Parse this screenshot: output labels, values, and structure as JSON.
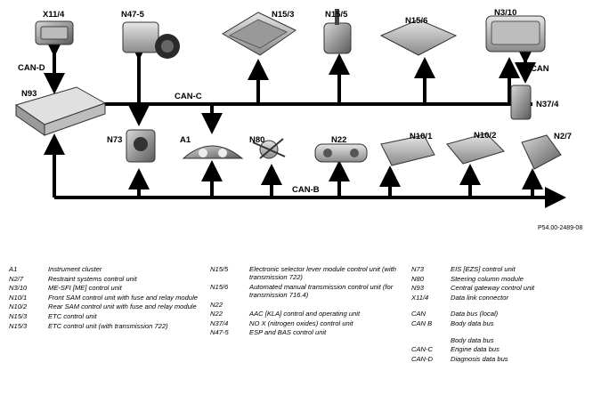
{
  "diagram": {
    "components": {
      "x11_4": "X11/4",
      "n47_5": "N47-5",
      "n15_3": "N15/3",
      "n15_5": "N15/5",
      "n15_6": "N15/6",
      "n3_10": "N3/10",
      "n93": "N93",
      "n37_4": "N37/4",
      "n73": "N73",
      "a1": "A1",
      "n80": "N80",
      "n22": "N22",
      "n10_1": "N10/1",
      "n10_2": "N10/2",
      "n2_7": "N2/7"
    },
    "buses": {
      "can_d": "CAN-D",
      "can_c": "CAN-C",
      "can": "CAN",
      "can_b": "CAN-B"
    },
    "figure_ref": "P54.00-2489-08"
  },
  "legend": {
    "col1": [
      {
        "code": "A1",
        "desc": "Instrument cluster"
      },
      {
        "code": "N2/7",
        "desc": "Restraint systems control unit"
      },
      {
        "code": "N3/10",
        "desc": "ME-SFI [ME] control unit"
      },
      {
        "code": "N10/1",
        "desc": "Front SAM control unit with fuse and relay module"
      },
      {
        "code": "N10/2",
        "desc": "Rear SAM control unit with fuse and relay module"
      },
      {
        "code": "N15/3",
        "desc": "ETC control unit"
      },
      {
        "code": "N15/3",
        "desc": "ETC control unit (with transmission 722)"
      }
    ],
    "col2": [
      {
        "code": "N15/5",
        "desc": "Electronic selector lever module control unit (with transmission 722)"
      },
      {
        "code": "N15/6",
        "desc": "Automated manual transmission control unit (for transmission 716.4)"
      },
      {
        "code": "N22",
        "desc": ""
      },
      {
        "code": "N22",
        "desc": "AAC [KLA] control and operating unit"
      },
      {
        "code": "N37/4",
        "desc": "NO X (nitrogen oxides) control unit"
      },
      {
        "code": "N47-5",
        "desc": "ESP and BAS control unit"
      }
    ],
    "col3": [
      {
        "code": "N73",
        "desc": "EIS [EZS] control unit"
      },
      {
        "code": "N80",
        "desc": "Steering column module"
      },
      {
        "code": "N93",
        "desc": "Central gateway control unit"
      },
      {
        "code": "X11/4",
        "desc": "Data link connector"
      },
      {
        "code": "CAN",
        "desc": "Data bus (local)"
      },
      {
        "code": "CAN B",
        "desc": "Body data bus"
      },
      {
        "code": "",
        "desc": "Body data bus"
      },
      {
        "code": "CAN-C",
        "desc": "Engine data bus"
      },
      {
        "code": "CAN-D",
        "desc": "Diagnosis data bus"
      }
    ]
  }
}
